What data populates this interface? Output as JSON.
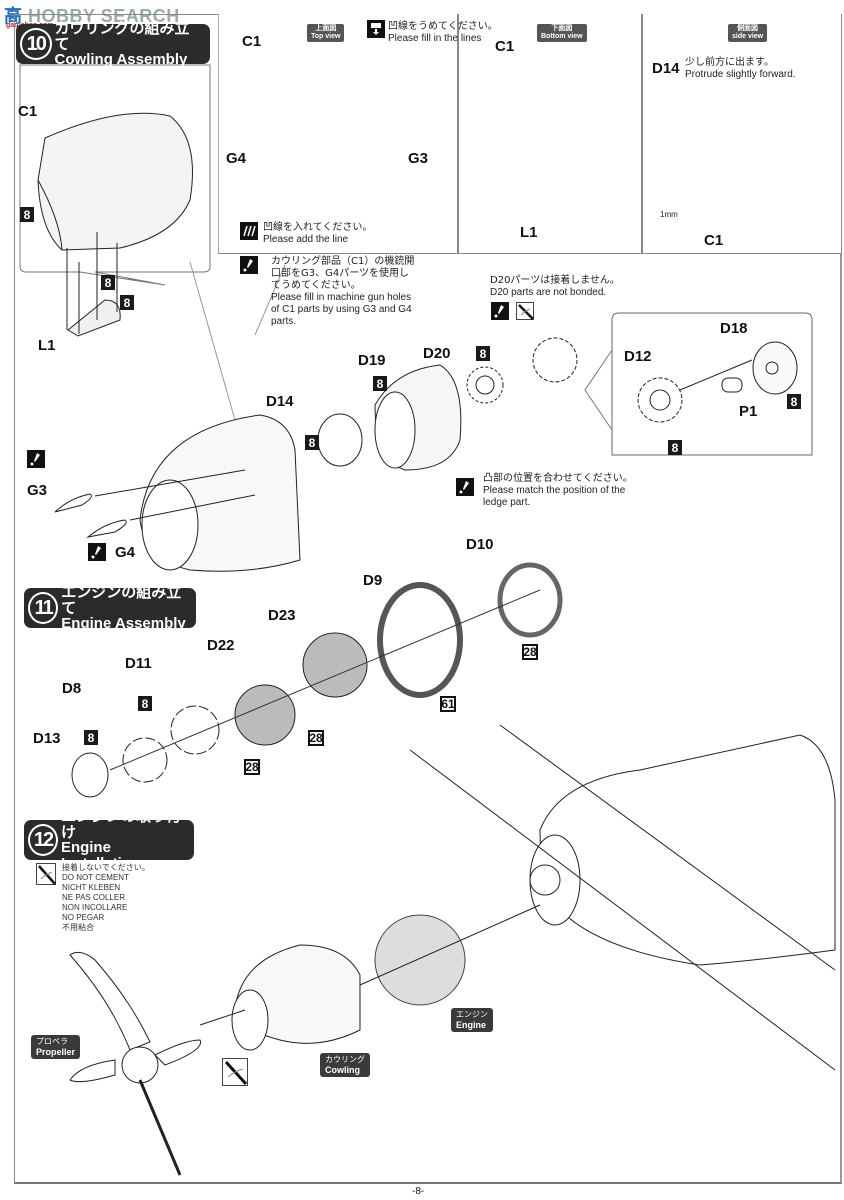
{
  "watermark": {
    "logo": "高",
    "text": "HOBBY SEARCH",
    "sub": "gao-shan.com"
  },
  "page_number": "-8-",
  "step10": {
    "number": "10",
    "title_jp": "カウリングの組み立て",
    "title_en": "Cowling Assembly",
    "views": {
      "top": {
        "jp": "上面図",
        "en": "Top view"
      },
      "bottom": {
        "jp": "下面図",
        "en": "Bottom view"
      },
      "side": {
        "jp": "側面図",
        "en": "side view"
      }
    },
    "notes": {
      "fill_lines_jp": "凹線をうめてください。",
      "fill_lines_en": "Please fill in the lines",
      "add_line_jp": "凹線を入れてください。",
      "add_line_en": "Please add the line",
      "gun_holes_jp": "カウリング部品（C1）の機銃開口部をG3、G4パーツを使用してうめてください。",
      "gun_holes_en": "Please fill in machine gun holes of C1 parts by using G3 and G4 parts.",
      "d14_jp": "少し前方に出ます。",
      "d14_en": "Protrude slightly forward.",
      "d20_jp": "D20パーツは接着しません。",
      "d20_en": "D20 parts are not bonded.",
      "ledge_jp": "凸部の位置を合わせてください。",
      "ledge_en": "Please match the position of the ledge part.",
      "measure": "1mm"
    },
    "parts": {
      "c1": "C1",
      "l1": "L1",
      "g3": "G3",
      "g4": "G4",
      "d14": "D14",
      "d19": "D19",
      "d20": "D20",
      "d12": "D12",
      "d18": "D18",
      "p1": "P1"
    },
    "paint": "8"
  },
  "step11": {
    "number": "11",
    "title_jp": "エンジンの組み立て",
    "title_en": "Engine Assembly",
    "parts": {
      "d8": "D8",
      "d9": "D9",
      "d10": "D10",
      "d11": "D11",
      "d13": "D13",
      "d22": "D22",
      "d23": "D23"
    },
    "paint": {
      "p8": "8",
      "p28": "28",
      "p61": "61"
    }
  },
  "step12": {
    "number": "12",
    "title_jp": "エンジンの取り付け",
    "title_en": "Engine Installation",
    "do_not_cement": [
      "接着しないでください。",
      "DO NOT CEMENT",
      "NICHT KLEBEN",
      "NE PAS COLLER",
      "NON INCOLLARE",
      "NO PEGAR",
      "不用粘合"
    ],
    "labels": {
      "propeller_jp": "プロペラ",
      "propeller_en": "Propeller",
      "cowling_jp": "カウリング",
      "cowling_en": "Cowling",
      "engine_jp": "エンジン",
      "engine_en": "Engine"
    }
  }
}
